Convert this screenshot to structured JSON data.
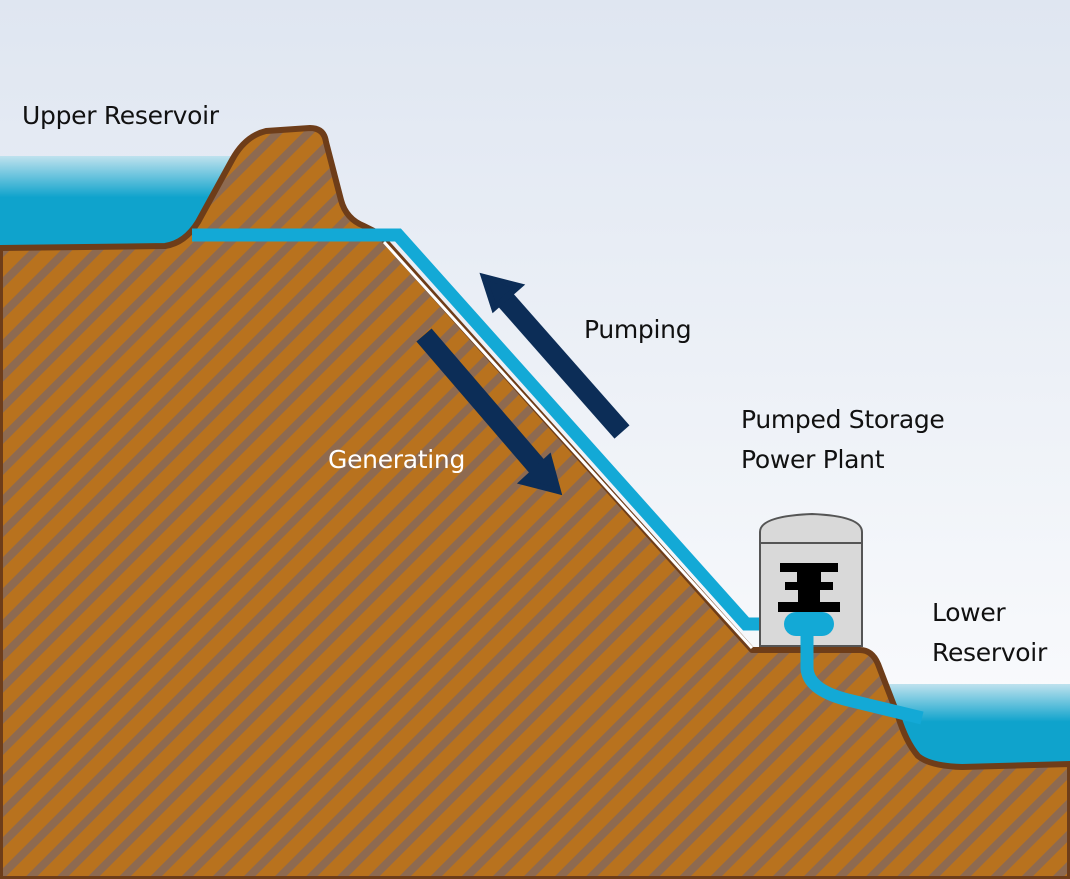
{
  "labels": {
    "upper_reservoir": "Upper Reservoir",
    "pumping": "Pumping",
    "generating": "Generating",
    "power_plant_line1": "Pumped Storage",
    "power_plant_line2": "Power Plant",
    "lower_reservoir_line1": "Lower",
    "lower_reservoir_line2": "Reservoir"
  },
  "colors": {
    "sky_top": "#dfe6f1",
    "sky_bottom": "#ffffff",
    "ground": "#b8721e",
    "ground_hatch": "#8a6a55",
    "ground_outline": "#6e3d19",
    "water": "#0fa3cc",
    "water_surface": "#bfe2ee",
    "pipe": "#13a9d6",
    "arrow": "#0c2d57",
    "building": "#d9d9d9",
    "building_outline": "#555555",
    "turbine": "#000000"
  },
  "icons": {
    "pumping_arrow": "arrow-up-left-icon",
    "generating_arrow": "arrow-down-right-icon",
    "turbine": "turbine-icon"
  }
}
